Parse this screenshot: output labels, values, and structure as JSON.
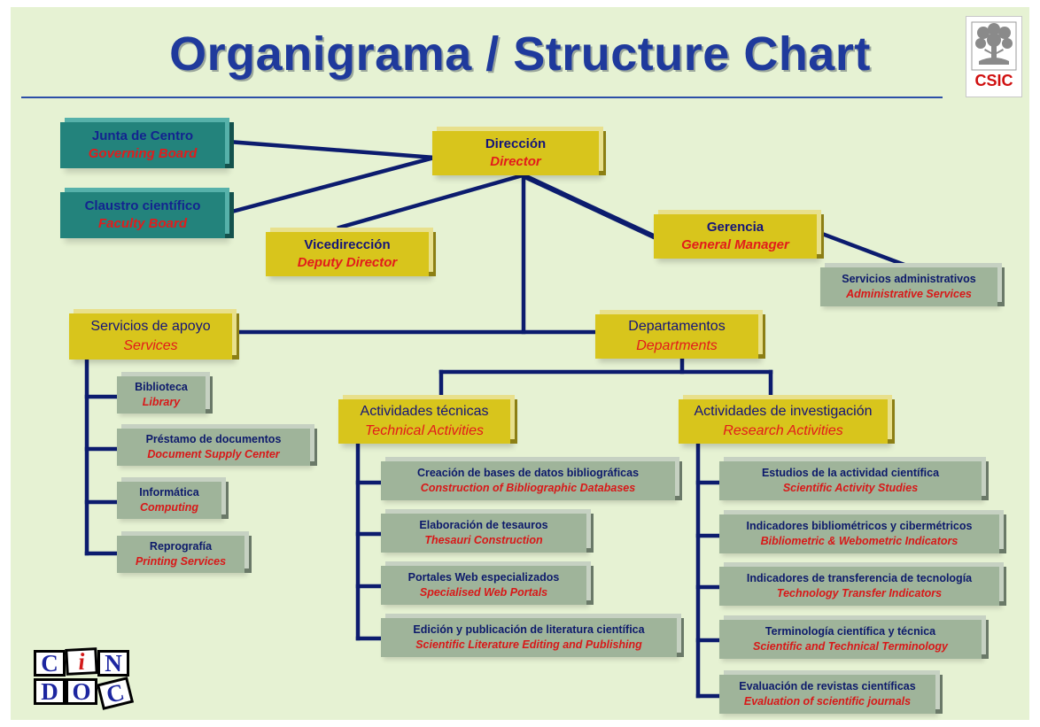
{
  "title": "Organigrama / Structure Chart",
  "logos": {
    "csic_text": "CSIC",
    "cindoc_letters": [
      "C",
      "i",
      "N",
      "D",
      "O",
      "C"
    ]
  },
  "colors": {
    "background": "#e6f2d3",
    "title": "#1f3a9c",
    "connector": "#0c1c6e",
    "teal_box": "#23837c",
    "gold_box": "#d8c51c",
    "gray_box": "#9fb49a",
    "english_text": "#e21b1b",
    "spanish_text": "#14147a"
  },
  "nodes": {
    "junta": {
      "es": "Junta de Centro",
      "en": "Governing Board"
    },
    "claustro": {
      "es": "Claustro científico",
      "en": "Faculty Board"
    },
    "direccion": {
      "es": "Dirección",
      "en": "Director"
    },
    "vicedireccion": {
      "es": "Vicedirección",
      "en": "Deputy Director"
    },
    "gerencia": {
      "es": "Gerencia",
      "en": "General Manager"
    },
    "admin": {
      "es": "Servicios administrativos",
      "en": "Administrative Services"
    },
    "servicios": {
      "es": "Servicios de apoyo",
      "en": "Services"
    },
    "departamentos": {
      "es": "Departamentos",
      "en": "Departments"
    },
    "biblioteca": {
      "es": "Biblioteca",
      "en": "Library"
    },
    "prestamo": {
      "es": "Préstamo de documentos",
      "en": "Document Supply Center"
    },
    "informatica": {
      "es": "Informática",
      "en": "Computing"
    },
    "reprografia": {
      "es": "Reprografía",
      "en": "Printing Services"
    },
    "tecnicas": {
      "es": "Actividades técnicas",
      "en": "Technical Activities"
    },
    "investigacion": {
      "es": "Actividades de investigación",
      "en": "Research Activities"
    },
    "bases": {
      "es": "Creación de bases de datos bibliográficas",
      "en": "Construction of Bibliographic Databases"
    },
    "tesauros": {
      "es": "Elaboración de tesauros",
      "en": "Thesauri Construction"
    },
    "portales": {
      "es": "Portales Web especializados",
      "en": "Specialised Web Portals"
    },
    "edicion": {
      "es": "Edición y publicación de literatura científica",
      "en": "Scientific Literature Editing and Publishing"
    },
    "estudios": {
      "es": "Estudios de la actividad científica",
      "en": "Scientific Activity Studies"
    },
    "indicadores": {
      "es": "Indicadores bibliométricos y cibermétricos",
      "en": "Bibliometric & Webometric Indicators"
    },
    "transferencia": {
      "es": "Indicadores de transferencia de tecnología",
      "en": "Technology Transfer Indicators"
    },
    "terminologia": {
      "es": "Terminología científica y técnica",
      "en": "Scientific and Technical Terminology"
    },
    "revistas": {
      "es": "Evaluación de revistas científicas",
      "en": "Evaluation of scientific journals"
    }
  }
}
